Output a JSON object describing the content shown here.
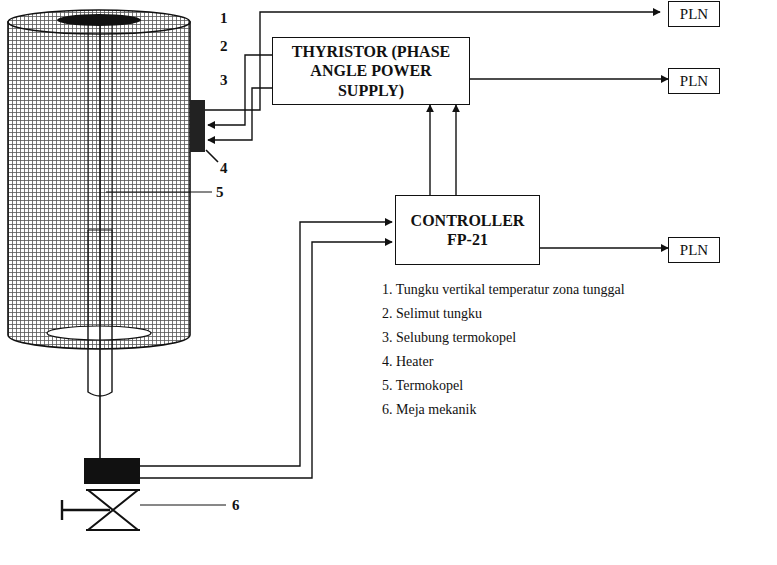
{
  "diagram": {
    "nodes": [
      {
        "text": [
          "PLN"
        ]
      },
      {
        "text": [
          "THYRISTOR (PHASE ANGLE POWER SUPPLY)"
        ]
      },
      {
        "text": [
          "PLN"
        ]
      },
      {
        "text": [
          "CONTROLLER FP-21"
        ]
      },
      {
        "text": [
          "PLN"
        ]
      }
    ],
    "edges": [
      {
        "from": 1,
        "to": 2,
        "arrow": "to"
      },
      {
        "from": 3,
        "to": 4,
        "arrow": "to"
      },
      {
        "from": 3,
        "to": 1,
        "arrow": "to"
      },
      {
        "from": 3,
        "to": 1,
        "arrow": "to"
      }
    ],
    "labels": [
      "1",
      "2",
      "3",
      "4",
      "5",
      "6",
      "1. Tungku vertikal temperatur zona tunggal",
      "2. Selimut tungku",
      "3. Selubung termokopel",
      "4. Heater",
      "5. Termokopel",
      "6. Meja mekanik"
    ]
  }
}
